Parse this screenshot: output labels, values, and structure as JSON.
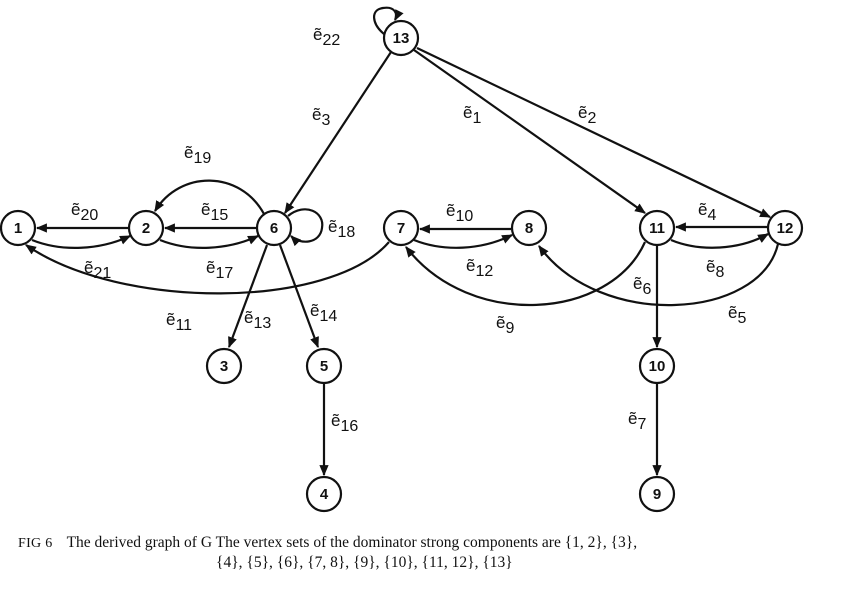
{
  "nodes": [
    {
      "id": "1",
      "label": "1"
    },
    {
      "id": "2",
      "label": "2"
    },
    {
      "id": "3",
      "label": "3"
    },
    {
      "id": "4",
      "label": "4"
    },
    {
      "id": "5",
      "label": "5"
    },
    {
      "id": "6",
      "label": "6"
    },
    {
      "id": "7",
      "label": "7"
    },
    {
      "id": "8",
      "label": "8"
    },
    {
      "id": "9",
      "label": "9"
    },
    {
      "id": "10",
      "label": "10"
    },
    {
      "id": "11",
      "label": "11"
    },
    {
      "id": "12",
      "label": "12"
    },
    {
      "id": "13",
      "label": "13"
    }
  ],
  "edges": [
    {
      "id": "e1",
      "from": "13",
      "to": "11",
      "label": "1"
    },
    {
      "id": "e2",
      "from": "13",
      "to": "12",
      "label": "2"
    },
    {
      "id": "e3",
      "from": "13",
      "to": "6",
      "label": "3"
    },
    {
      "id": "e4",
      "from": "12",
      "to": "11",
      "label": "4"
    },
    {
      "id": "e5",
      "from": "12",
      "to": "8",
      "label": "5"
    },
    {
      "id": "e6",
      "from": "11",
      "to": "10",
      "label": "6"
    },
    {
      "id": "e7",
      "from": "10",
      "to": "9",
      "label": "7"
    },
    {
      "id": "e8",
      "from": "11",
      "to": "12",
      "label": "8"
    },
    {
      "id": "e9",
      "from": "11",
      "to": "7",
      "label": "9"
    },
    {
      "id": "e10",
      "from": "8",
      "to": "7",
      "label": "10"
    },
    {
      "id": "e11",
      "from": "7",
      "to": "1",
      "label": "11"
    },
    {
      "id": "e12",
      "from": "7",
      "to": "8",
      "label": "12"
    },
    {
      "id": "e13",
      "from": "6",
      "to": "3",
      "label": "13"
    },
    {
      "id": "e14",
      "from": "6",
      "to": "5",
      "label": "14"
    },
    {
      "id": "e15",
      "from": "6",
      "to": "2",
      "label": "15"
    },
    {
      "id": "e16",
      "from": "5",
      "to": "4",
      "label": "16"
    },
    {
      "id": "e17",
      "from": "2",
      "to": "6",
      "label": "17"
    },
    {
      "id": "e18",
      "from": "6",
      "to": "6",
      "label": "18"
    },
    {
      "id": "e19",
      "from": "6",
      "to": "2",
      "label": "19"
    },
    {
      "id": "e20",
      "from": "2",
      "to": "1",
      "label": "20"
    },
    {
      "id": "e21",
      "from": "1",
      "to": "2",
      "label": "21"
    },
    {
      "id": "e22",
      "from": "13",
      "to": "13",
      "label": "22"
    }
  ],
  "edge_label_symbol": "ẽ",
  "caption": {
    "fig_label": "FIG 6",
    "line1": "The derived graph of G The vertex sets of the dominator strong components are {1, 2}, {3},",
    "line2": "{4}, {5}, {6}, {7, 8}, {9}, {10}, {11, 12}, {13}"
  }
}
